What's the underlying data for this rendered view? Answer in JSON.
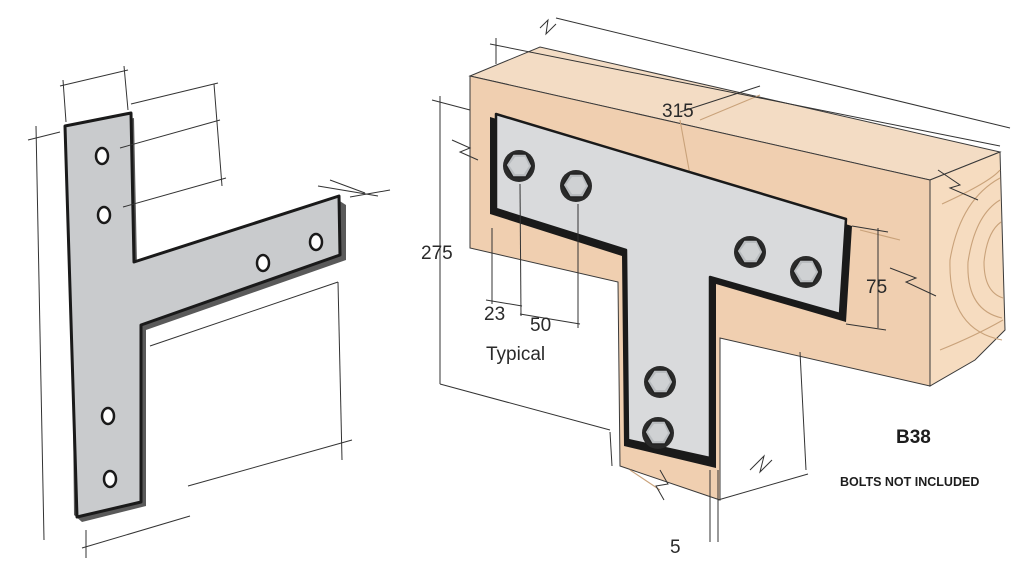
{
  "product": {
    "code": "B38",
    "note": "BOLTS NOT INCLUDED"
  },
  "dimensions": {
    "length": "315",
    "height": "275",
    "flange_width": "75",
    "edge_distance": "23",
    "hole_spacing": "50",
    "typical_label": "Typical",
    "thickness": "5"
  },
  "colors": {
    "plate_fill": "#c9cbcd",
    "plate_edge": "#1a1a1a",
    "timber_face": "#f1d2b5",
    "timber_end": "#f6dcc0",
    "bolt_head": "#b9bcbf"
  },
  "icons": {
    "plate": "galvanized-t-plate",
    "bolt": "hex-bolt-head",
    "timber": "timber-beam-cross-section"
  }
}
